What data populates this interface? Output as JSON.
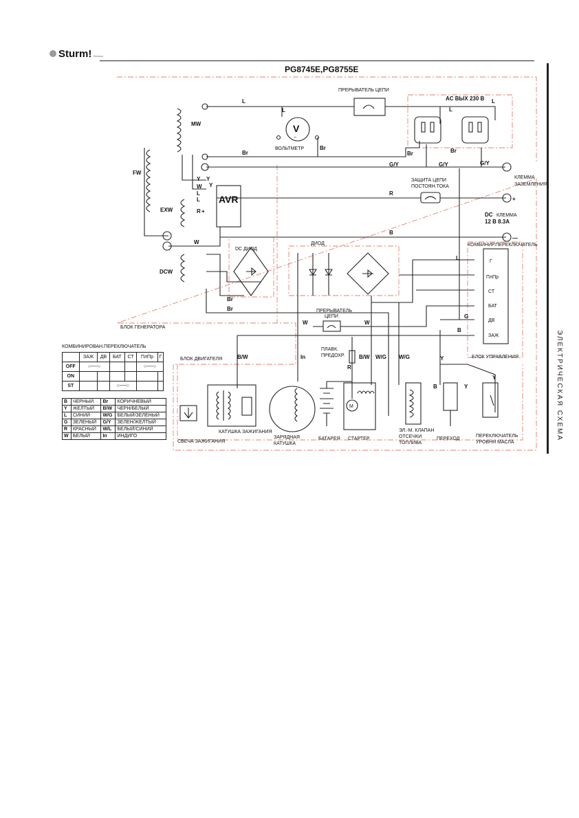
{
  "header": {
    "brand": "Sturm!",
    "brand_sub": "German",
    "model": "PG8745E,PG8755E"
  },
  "side_title": "ЭЛЕКТРИЧЕСКАЯ СХЕМА",
  "blocks": {
    "generator": "БЛОК ГЕНЕРАТОРА",
    "engine": "БЛОК ДВИГАТЕЛЯ",
    "control": "БЛОК УПРАВЛЕНИЯ"
  },
  "labels": {
    "breaker": "ПРЕРЫВАТЕЛЬ ЦЕПИ",
    "ac_out": "AC ВЫХ 230 В",
    "voltmeter": "ВОЛЬТМЕТР",
    "ground_terminal_1": "КЛЕММА",
    "ground_terminal_2": "ЗАЗЕМЛЕНИЯ",
    "dc_protect_1": "ЗАЩИТА ЦЕПИ",
    "dc_protect_2": "ПОСТОЯН.ТОКА",
    "dc_terminal_a": "DC",
    "dc_terminal_b": "КЛЕММА",
    "dc_terminal_c": "12 В 8.3А",
    "combo_switch": "КОМБИНИР.ПЕРЕКЛЮЧАТЕЛЬ",
    "avr": "AVR",
    "dc_diode": "DC ДИОД",
    "diode": "ДИОД",
    "breaker2_1": "ПРЕРЫВАТЕЛЬ",
    "breaker2_2": "ЦЕПИ",
    "fuse_1": "ПЛАВК.",
    "fuse_2": "ПРЕДОХР.",
    "spark_plug": "СВЕЧА ЗАЖИГАНИЯ",
    "ignition_coil": "КАТУШКА ЗАЖИГАНИЯ",
    "charge_coil_1": "ЗАРЯДНАЯ",
    "charge_coil_2": "КАТУШКА",
    "battery": "БАТАРЕЯ",
    "starter": "СТАРТЕР",
    "fuel_valve_1": "ЭЛ.-М. КЛАПАН",
    "fuel_valve_2": "ОТСЕЧКИ",
    "fuel_valve_3": "ТОПЛИВА",
    "transition": "ПЕРЕХОД",
    "oil_switch_1": "ПЕРЕКЛЮЧАТЕЛЬ",
    "oil_switch_2": "УРОВНЯ МАСЛА",
    "mw": "MW",
    "fw": "FW",
    "exw": "EXW",
    "dcw": "DCW"
  },
  "terminals": [
    "Г",
    "ПлПр",
    "СТ",
    "БАТ",
    "ДВ",
    "ЗАЖ"
  ],
  "wire_codes": {
    "L": "L",
    "Br": "Br",
    "GY": "G/Y",
    "R": "R",
    "B": "B",
    "W": "W",
    "Y": "Y",
    "G": "G",
    "BW": "B/W",
    "In": "In",
    "WG": "W/G",
    "plus": "+",
    "minus": "—"
  },
  "switch_table": {
    "title": "КОМБИНИРОВАН.ПЕРЕКЛЮЧАТЕЛЬ",
    "columns": [
      "",
      "ЗАЖ",
      "ДВ",
      "БАТ",
      "СТ",
      "ПлПр",
      "Г"
    ],
    "rows": [
      "OFF",
      "ON",
      "ST"
    ]
  },
  "color_legend": [
    [
      "B",
      "ЧЕРНЫЙ",
      "Br",
      "КОРИЧНЕВЫЙ"
    ],
    [
      "Y",
      "ЖЕЛТЫЙ",
      "B/W",
      "ЧЕРН/БЕЛЫЙ"
    ],
    [
      "L",
      "СИНИЙ",
      "W/G",
      "БЕЛЫЙ/ЗЕЛЕНЫЙ"
    ],
    [
      "G",
      "ЗЕЛЕНЫЙ",
      "G/Y",
      "ЗЕЛЕН/ЖЕЛТЫЙ"
    ],
    [
      "R",
      "КРАСНЫЙ",
      "W/L",
      "БЕЛЫЙ/СИНИЙ"
    ],
    [
      "W",
      "БЕЛЫЙ",
      "In",
      "ИНДИГО"
    ]
  ],
  "colors": {
    "block_outline": "#e57f6b",
    "wire": "#222222"
  }
}
